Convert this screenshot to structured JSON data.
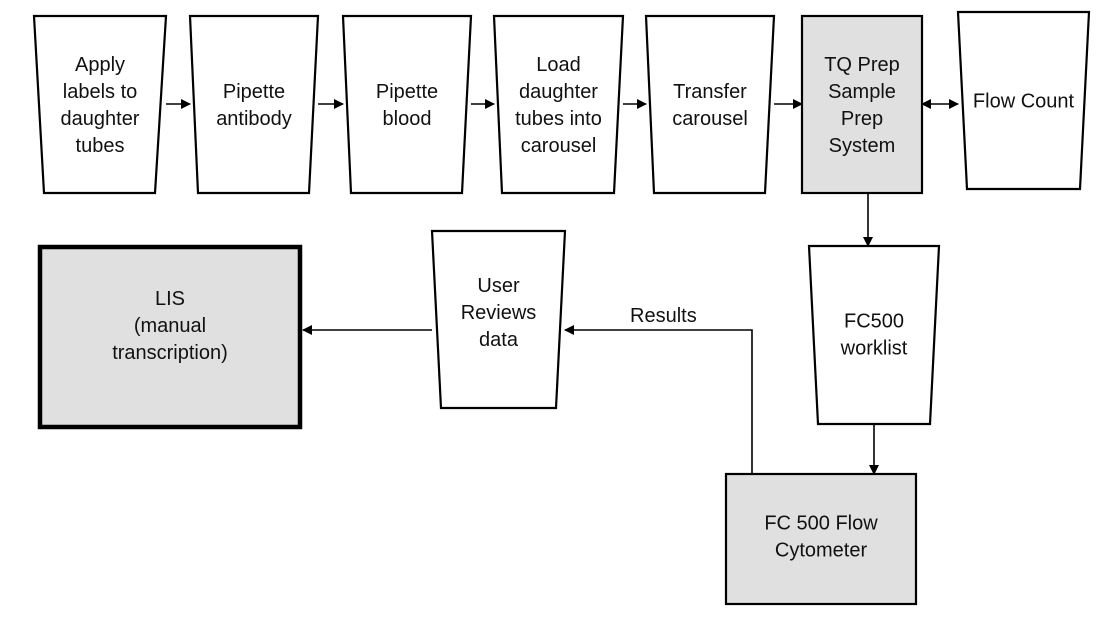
{
  "diagram": {
    "colors": {
      "stroke": "#000000",
      "fill_default": "#ffffff",
      "fill_highlight": "#e0e0e0",
      "text": "#111111"
    },
    "nodes": [
      {
        "id": "apply-labels",
        "lines": [
          "Apply",
          "labels to",
          "daughter",
          "tubes"
        ],
        "shape": "trapezoid",
        "highlight": false
      },
      {
        "id": "pipette-antibody",
        "lines": [
          "Pipette",
          "antibody"
        ],
        "shape": "trapezoid",
        "highlight": false
      },
      {
        "id": "pipette-blood",
        "lines": [
          "Pipette",
          "blood"
        ],
        "shape": "trapezoid",
        "highlight": false
      },
      {
        "id": "load-tubes",
        "lines": [
          "Load",
          "daughter",
          "tubes into",
          "carousel"
        ],
        "shape": "trapezoid",
        "highlight": false
      },
      {
        "id": "transfer-carousel",
        "lines": [
          "Transfer",
          "carousel"
        ],
        "shape": "trapezoid",
        "highlight": false
      },
      {
        "id": "tq-prep",
        "lines": [
          "TQ Prep",
          "Sample",
          "Prep",
          "System"
        ],
        "shape": "rectangle",
        "highlight": true
      },
      {
        "id": "flow-count",
        "lines": [
          "Flow Count"
        ],
        "shape": "trapezoid",
        "highlight": false
      },
      {
        "id": "fc500-worklist",
        "lines": [
          "FC500",
          "worklist"
        ],
        "shape": "trapezoid",
        "highlight": false
      },
      {
        "id": "fc500-cytometer",
        "lines": [
          "FC 500 Flow",
          "Cytometer"
        ],
        "shape": "rectangle",
        "highlight": true
      },
      {
        "id": "user-reviews",
        "lines": [
          "User",
          "Reviews",
          "data"
        ],
        "shape": "trapezoid",
        "highlight": false
      },
      {
        "id": "lis",
        "lines": [
          "LIS",
          "(manual",
          "transcription)"
        ],
        "shape": "rectangle",
        "highlight": true,
        "thick_border": true
      }
    ],
    "edges": [
      {
        "from": "apply-labels",
        "to": "pipette-antibody",
        "label": ""
      },
      {
        "from": "pipette-antibody",
        "to": "pipette-blood",
        "label": ""
      },
      {
        "from": "pipette-blood",
        "to": "load-tubes",
        "label": ""
      },
      {
        "from": "load-tubes",
        "to": "transfer-carousel",
        "label": ""
      },
      {
        "from": "transfer-carousel",
        "to": "tq-prep",
        "label": ""
      },
      {
        "from": "tq-prep",
        "to": "flow-count",
        "label": "",
        "bidirectional": true
      },
      {
        "from": "tq-prep",
        "to": "fc500-worklist",
        "label": ""
      },
      {
        "from": "fc500-worklist",
        "to": "fc500-cytometer",
        "label": ""
      },
      {
        "from": "fc500-cytometer",
        "to": "user-reviews",
        "label": "Results"
      },
      {
        "from": "user-reviews",
        "to": "lis",
        "label": ""
      }
    ]
  }
}
